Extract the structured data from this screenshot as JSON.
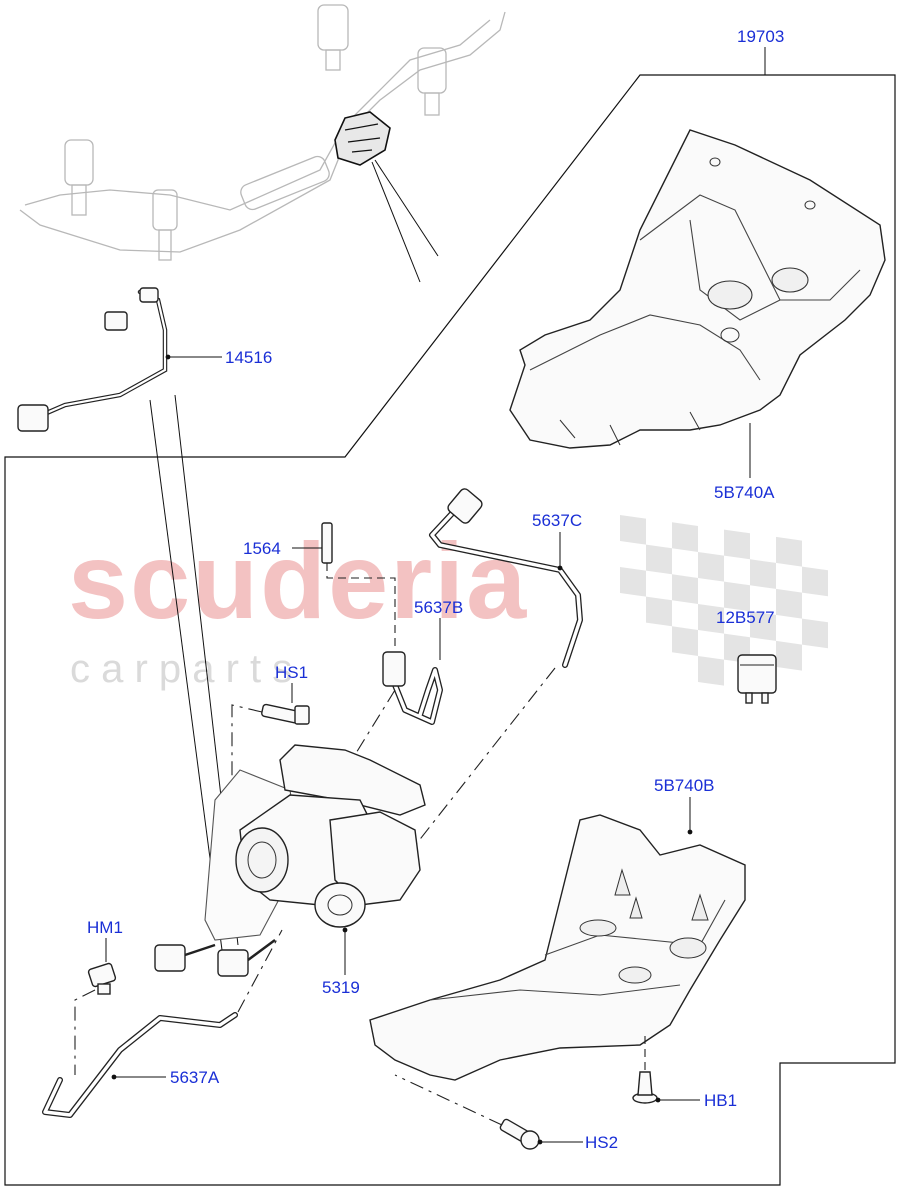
{
  "watermark": {
    "brand": "scuderia",
    "subtitle": "c a r p a r t s"
  },
  "callouts": {
    "c19703": "19703",
    "c14516": "14516",
    "c5B740A": "5B740A",
    "c1564": "1564",
    "c5637C": "5637C",
    "c5637B": "5637B",
    "c12B577": "12B577",
    "cHS1": "HS1",
    "c5B740B": "5B740B",
    "cHM1": "HM1",
    "c5319": "5319",
    "c5637A": "5637A",
    "cHB1": "HB1",
    "cHS2": "HS2"
  },
  "colors": {
    "callout_text": "#1a2fd6",
    "line_art": "#222222",
    "ghost_parts": "#b8b8b8",
    "watermark_red": "#f3c2c2",
    "watermark_checker": "#e2e2e2"
  }
}
